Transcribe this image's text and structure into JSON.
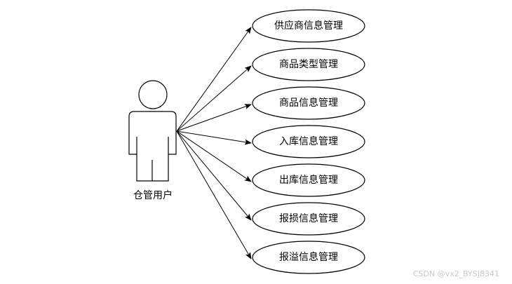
{
  "actor": {
    "label": "仓管用户"
  },
  "use_cases": [
    {
      "label": "供应商信息管理"
    },
    {
      "label": "商品类型管理"
    },
    {
      "label": "商品信息管理"
    },
    {
      "label": "入库信息管理"
    },
    {
      "label": "出库信息管理"
    },
    {
      "label": "报损信息管理"
    },
    {
      "label": "报溢信息管理"
    }
  ],
  "watermark": "CSDN @vx2_BYSJ8341"
}
